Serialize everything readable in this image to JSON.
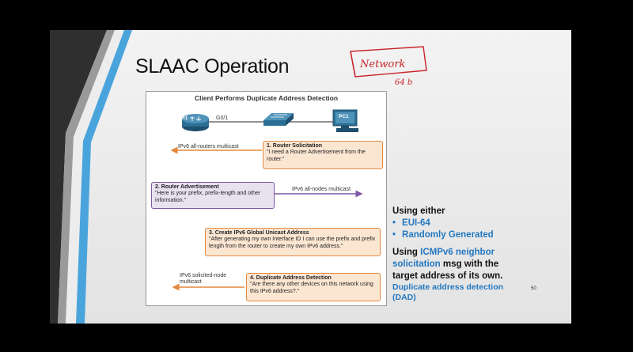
{
  "slide": {
    "title": "SLAAC Operation",
    "page_number": "50",
    "handwriting": [
      "Network",
      "64 b"
    ]
  },
  "figure": {
    "title": "Client Performs Duplicate Address Detection",
    "router_label": "R1",
    "interface_label": "G0/1",
    "pc_label": "PC1",
    "steps": [
      {
        "heading": "1. Router Solicitation",
        "text": "\"I need a Router Advertisement from the router.\"",
        "arrow_label": "IPv6 all-routers multicast"
      },
      {
        "heading": "2. Router Advertisement",
        "text": "\"Here is your prefix, prefix-length and other information.\"",
        "arrow_label": "IPv6 all-nodes multicast"
      },
      {
        "heading": "3. Create IPv6 Global Unicast Address",
        "text": "\"After generating my own Interface ID I can use the prefix and prefix length from the router to create my own IPv6 address.\""
      },
      {
        "heading": "4. Duplicate Address Detection",
        "text": "\"Are there any other devices on this network using this IPv6 address?.\"",
        "arrow_label": "IPv6 solicited-node multicast"
      }
    ]
  },
  "side": {
    "using_either": "Using either",
    "options": [
      "EUI-64",
      "Randomly Generated"
    ],
    "using": "Using",
    "icmp": "ICMPv6 neighbor solicitation",
    "rest": "msg with the target address of its own.",
    "dad": "Duplicate address detection (DAD)"
  },
  "colors": {
    "accent_blue": "#2478c0",
    "orange": "#e4893f",
    "purple": "#7f57a3"
  }
}
